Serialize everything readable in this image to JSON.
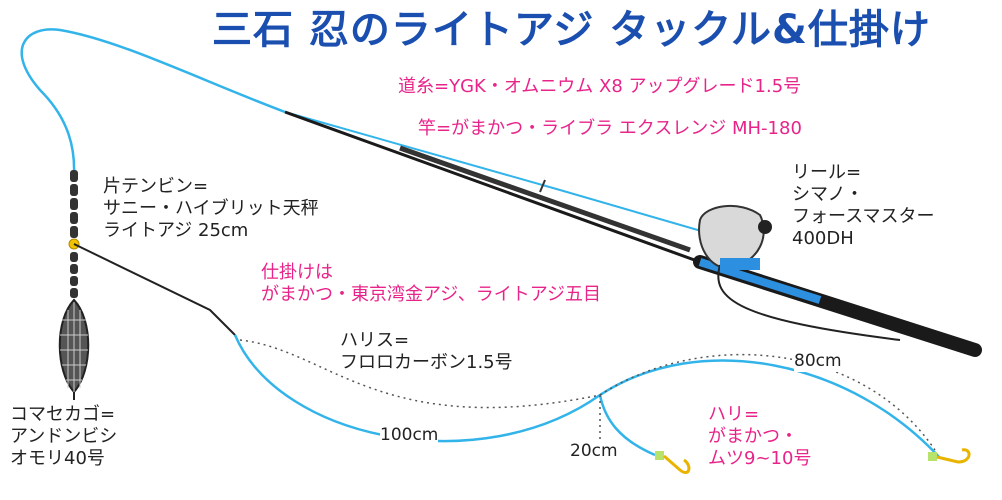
{
  "title": "三石 忍のライトアジ タックル&仕掛け",
  "colors": {
    "title": "#1a4fb0",
    "pink_label": "#e8248a",
    "line_blue": "#32b4ea",
    "rod": "#1a1a1a",
    "rod_accent": "#2d8fe0",
    "hook": "#e9b400",
    "bead": "#b7e26b"
  },
  "labels": {
    "main_line": "道糸=YGK・オムニウム X8 アップグレード1.5号",
    "rod": "竿=がまかつ・ライブラ エクスレンジ MH-180",
    "reel": [
      "リール=",
      "シマノ・",
      "フォースマスター",
      "400DH"
    ],
    "tenbin": [
      "片テンビン=",
      "サニー・ハイブリット天秤",
      "ライトアジ 25cm"
    ],
    "shikake": [
      "仕掛けは",
      "がまかつ・東京湾金アジ、ライトアジ五目"
    ],
    "harisu": [
      "ハリス=",
      "フロロカーボン1.5号"
    ],
    "komase": [
      "コマセカゴ=",
      "アンドンビシ",
      "オモリ40号"
    ],
    "hook": [
      "ハリ=",
      "がまかつ・",
      "ムツ9~10号"
    ],
    "len_100": "100cm",
    "len_80": "80cm",
    "len_20": "20cm"
  },
  "icons": [
    "rod-icon",
    "reel-icon",
    "tenbin-icon",
    "sinker-cage-icon",
    "hook-icon",
    "swivel-icon",
    "bead-icon"
  ]
}
